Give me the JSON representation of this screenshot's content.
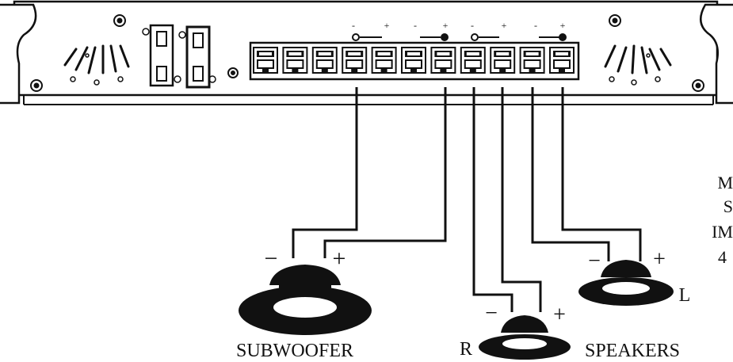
{
  "amp": {
    "terminal_count": 11,
    "pole_marks": [
      "-",
      "+",
      "-",
      "+",
      "-",
      "+",
      "-",
      "+"
    ]
  },
  "speakers": {
    "subwoofer": {
      "label": "SUBWOOFER",
      "neg": "−",
      "pos": "+"
    },
    "right": {
      "side": "R",
      "neg": "−",
      "pos": "+"
    },
    "left": {
      "side": "L",
      "neg": "−",
      "pos": "+"
    },
    "group_label": "SPEAKERS"
  },
  "side_caption": [
    "M",
    "S",
    "IM",
    "4"
  ],
  "colors": {
    "ink": "#111111",
    "paper": "#ffffff"
  }
}
